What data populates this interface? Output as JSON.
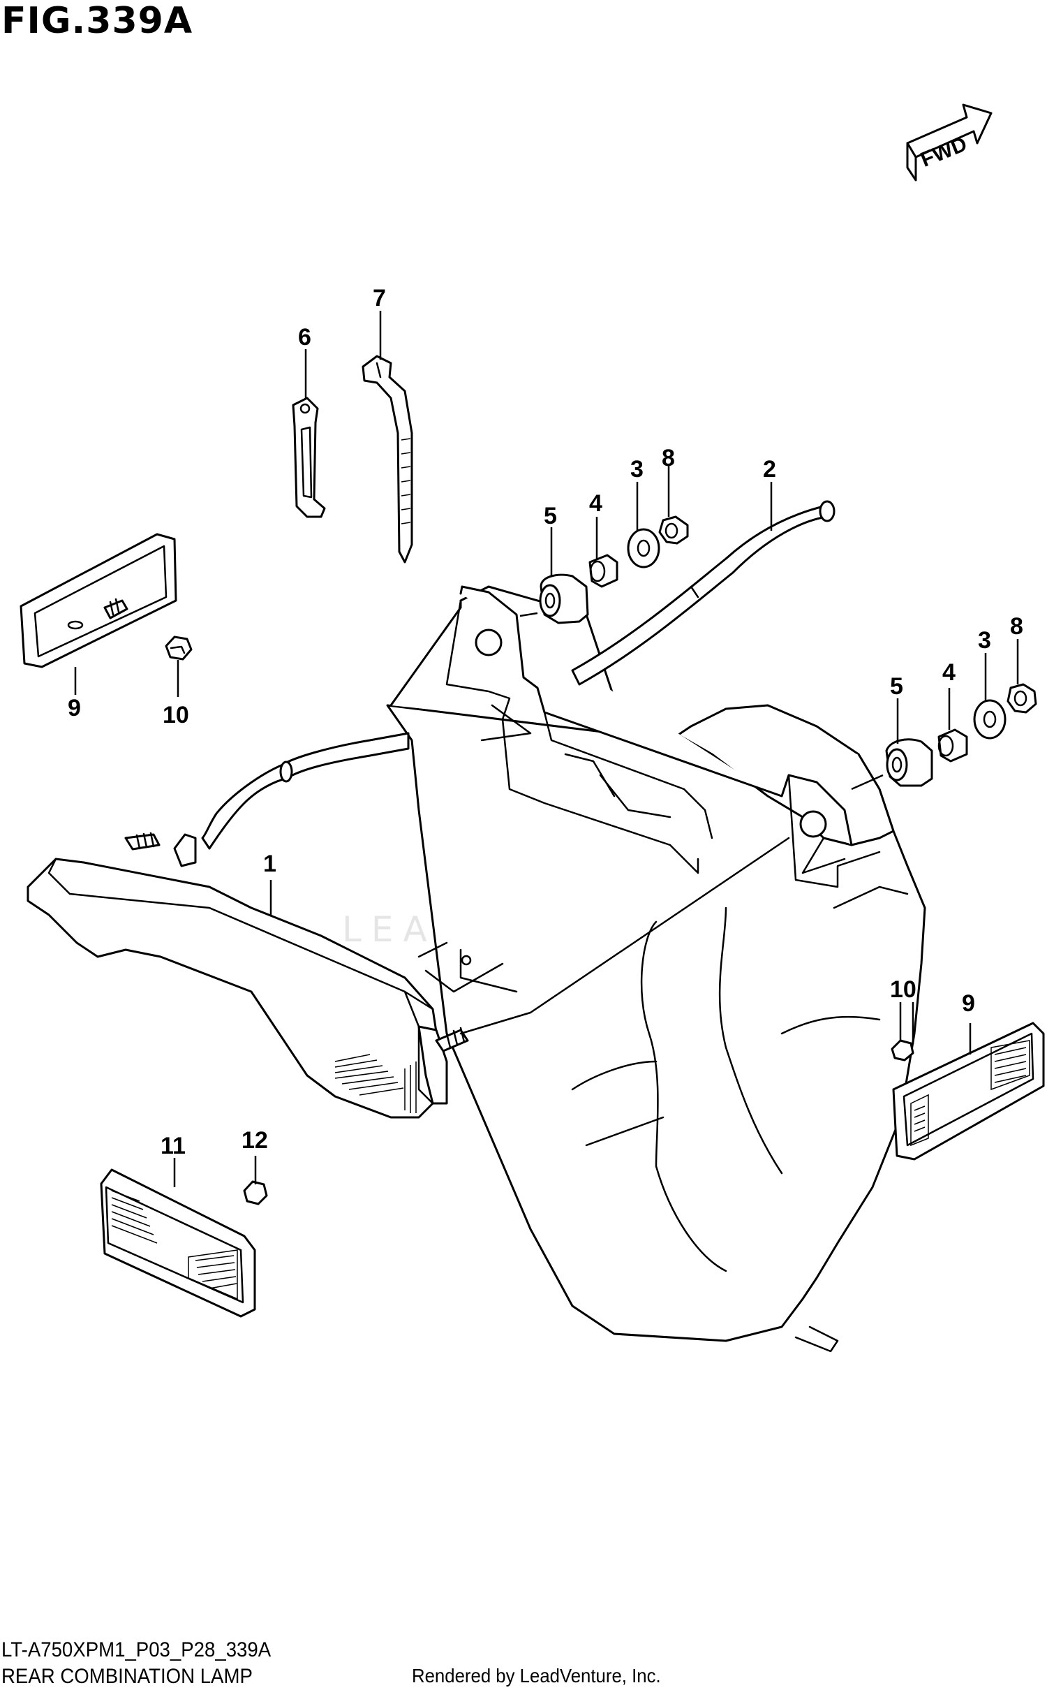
{
  "header": {
    "figure_label": "FIG.339A",
    "fwd_label": "FWD"
  },
  "callouts": [
    {
      "id": "c1",
      "text": "1"
    },
    {
      "id": "c2",
      "text": "2"
    },
    {
      "id": "c3a",
      "text": "3"
    },
    {
      "id": "c3b",
      "text": "3"
    },
    {
      "id": "c4a",
      "text": "4"
    },
    {
      "id": "c4b",
      "text": "4"
    },
    {
      "id": "c5a",
      "text": "5"
    },
    {
      "id": "c5b",
      "text": "5"
    },
    {
      "id": "c6",
      "text": "6"
    },
    {
      "id": "c7",
      "text": "7"
    },
    {
      "id": "c8a",
      "text": "8"
    },
    {
      "id": "c8b",
      "text": "8"
    },
    {
      "id": "c9a",
      "text": "9"
    },
    {
      "id": "c9b",
      "text": "9"
    },
    {
      "id": "c10a",
      "text": "10"
    },
    {
      "id": "c10b",
      "text": "10"
    },
    {
      "id": "c11",
      "text": "11"
    },
    {
      "id": "c12",
      "text": "12"
    }
  ],
  "watermark": {
    "text": "LEADVENTURE"
  },
  "footer": {
    "model_code": "LT-A750XPM1_P03_P28_339A",
    "assembly_name": "REAR COMBINATION LAMP",
    "rendered_by": "Rendered by LeadVenture, Inc."
  }
}
